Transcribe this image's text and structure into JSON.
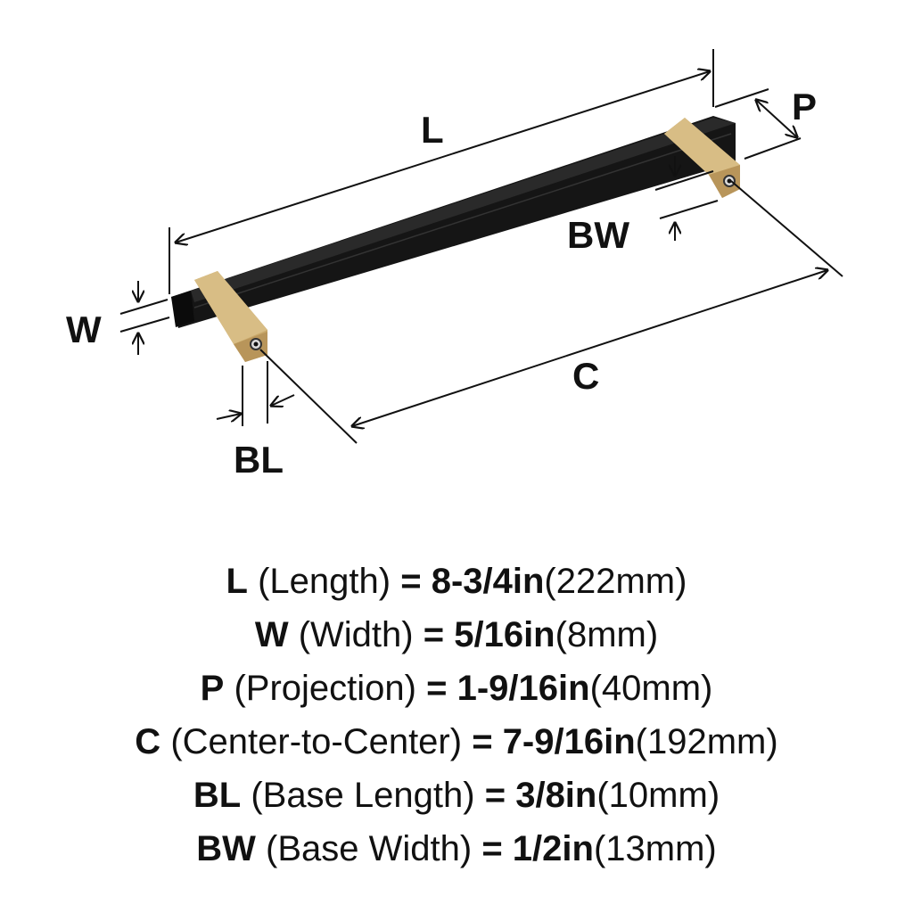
{
  "diagram": {
    "labels": {
      "L": "L",
      "P": "P",
      "BW": "BW",
      "W": "W",
      "BL": "BL",
      "C": "C"
    },
    "colors": {
      "bar": "#151515",
      "bracket": "#c9a86a",
      "line": "#111111"
    }
  },
  "specs": [
    {
      "key": "L",
      "name": "(Length)",
      "eq": "=",
      "imperial": "8-3/4in",
      "metric": "(222mm)"
    },
    {
      "key": "W",
      "name": "(Width)",
      "eq": "=",
      "imperial": "5/16in",
      "metric": "(8mm)"
    },
    {
      "key": "P",
      "name": "(Projection)",
      "eq": "=",
      "imperial": "1-9/16in",
      "metric": "(40mm)"
    },
    {
      "key": "C",
      "name": "(Center-to-Center)",
      "eq": "=",
      "imperial": "7-9/16in",
      "metric": "(192mm)"
    },
    {
      "key": "BL",
      "name": "(Base Length)",
      "eq": "=",
      "imperial": "3/8in",
      "metric": "(10mm)"
    },
    {
      "key": "BW",
      "name": "(Base Width)",
      "eq": "=",
      "imperial": "1/2in",
      "metric": "(13mm)"
    }
  ]
}
